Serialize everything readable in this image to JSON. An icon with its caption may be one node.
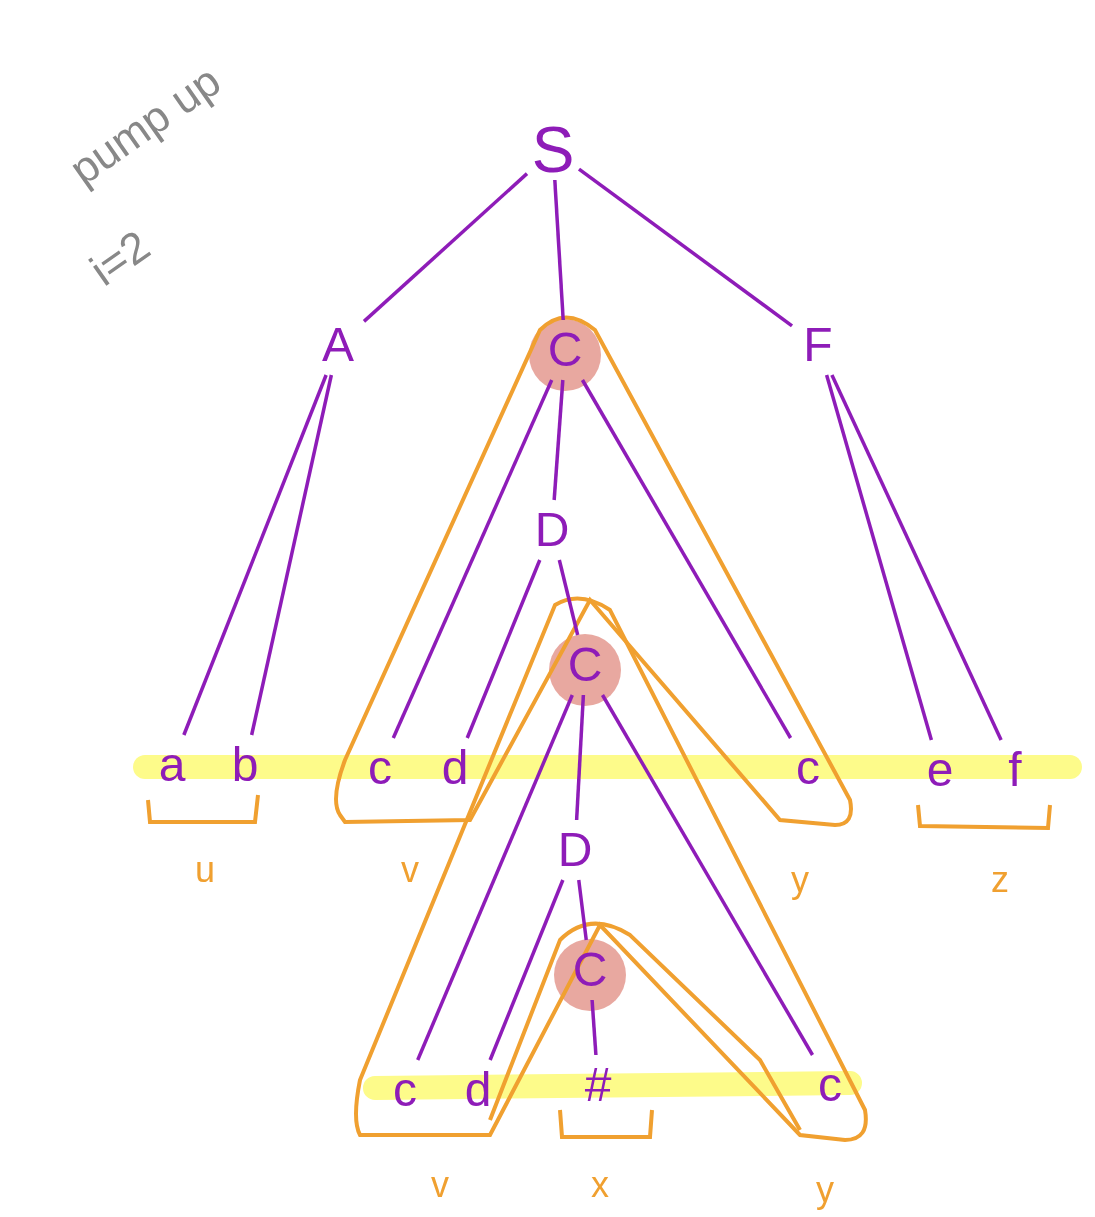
{
  "diagram": {
    "nodes": [
      {
        "text": [
          "S"
        ]
      },
      {
        "text": [
          "A"
        ]
      },
      {
        "text": [
          "C"
        ]
      },
      {
        "text": [
          "F"
        ]
      },
      {
        "text": [
          "D"
        ]
      },
      {
        "text": [
          "a"
        ]
      },
      {
        "text": [
          "b"
        ]
      },
      {
        "text": [
          "c"
        ]
      },
      {
        "text": [
          "d"
        ]
      },
      {
        "text": [
          "C"
        ]
      },
      {
        "text": [
          "c"
        ]
      },
      {
        "text": [
          "e"
        ]
      },
      {
        "text": [
          "f"
        ]
      },
      {
        "text": [
          "D"
        ]
      },
      {
        "text": [
          "C"
        ]
      },
      {
        "text": [
          "c"
        ]
      },
      {
        "text": [
          "d"
        ]
      },
      {
        "text": [
          "#"
        ]
      },
      {
        "text": [
          "c"
        ]
      }
    ],
    "edges": [
      {
        "from": 0,
        "to": 1,
        "arrow": "none"
      },
      {
        "from": 0,
        "to": 2,
        "arrow": "none"
      },
      {
        "from": 0,
        "to": 3,
        "arrow": "none"
      },
      {
        "from": 1,
        "to": 5,
        "arrow": "none"
      },
      {
        "from": 1,
        "to": 6,
        "arrow": "none"
      },
      {
        "from": 2,
        "to": 7,
        "arrow": "none"
      },
      {
        "from": 2,
        "to": 4,
        "arrow": "none"
      },
      {
        "from": 2,
        "to": 10,
        "arrow": "none"
      },
      {
        "from": 4,
        "to": 8,
        "arrow": "none"
      },
      {
        "from": 4,
        "to": 9,
        "arrow": "none"
      },
      {
        "from": 3,
        "to": 11,
        "arrow": "none"
      },
      {
        "from": 3,
        "to": 12,
        "arrow": "none"
      },
      {
        "from": 9,
        "to": 15,
        "arrow": "none"
      },
      {
        "from": 9,
        "to": 13,
        "arrow": "none"
      },
      {
        "from": 9,
        "to": 18,
        "arrow": "none"
      },
      {
        "from": 13,
        "to": 16,
        "arrow": "none"
      },
      {
        "from": 13,
        "to": 14,
        "arrow": "none"
      },
      {
        "from": 14,
        "to": 17,
        "arrow": "none"
      }
    ],
    "labels": [
      "pump up",
      "i=2",
      "u",
      "v",
      "y",
      "z",
      "v",
      "x",
      "y"
    ]
  }
}
